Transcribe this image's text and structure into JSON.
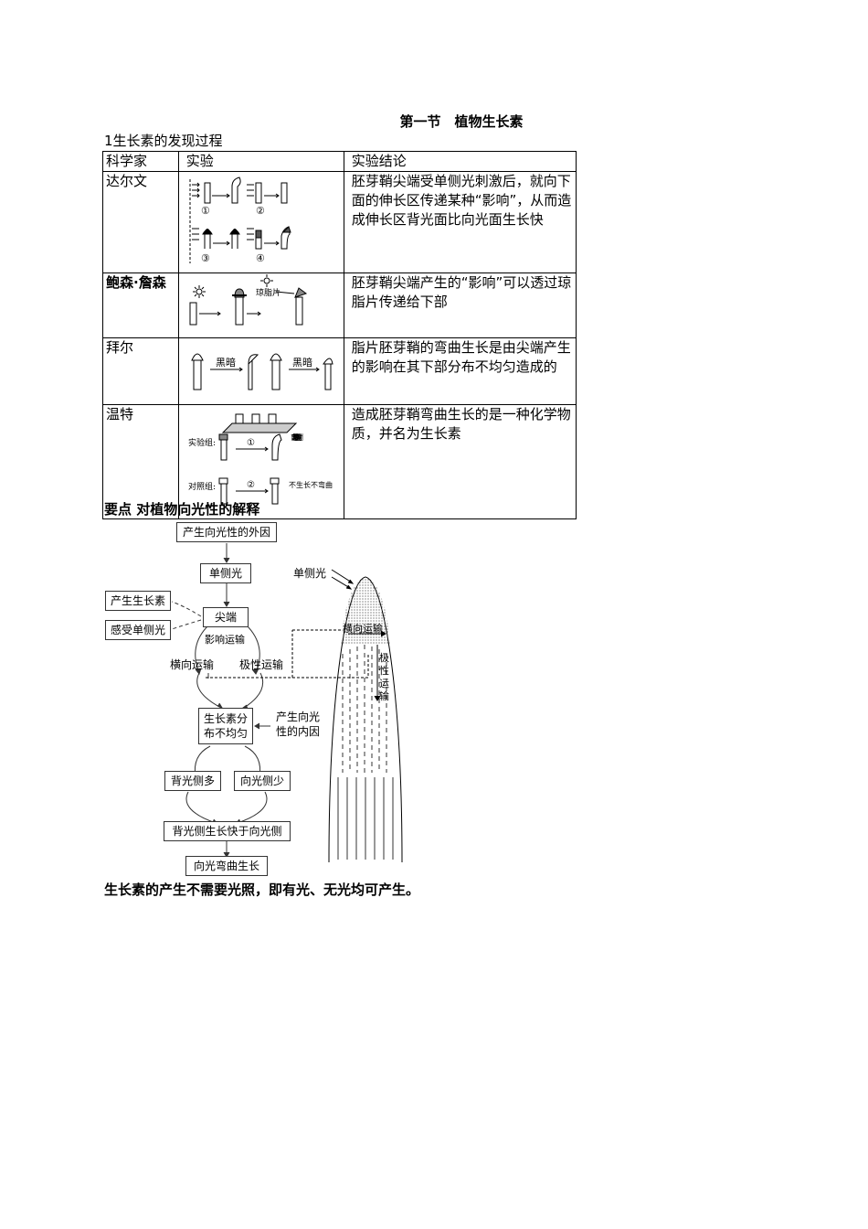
{
  "title": "第一节　植物生长素",
  "section1_heading": "1生长素的发现过程",
  "table": {
    "headers": [
      "科学家",
      "实验",
      "实验结论"
    ],
    "rows": [
      {
        "scientist": "达尔文",
        "conclusion": "胚芽鞘尖端受单侧光刺激后，就向下面的伸长区传递某种“影响”，从而造成伸长区背光面比向光面生长快",
        "figure_labels": [
          "①",
          "②",
          "③",
          "④"
        ]
      },
      {
        "scientist": "鲍森·詹森",
        "conclusion": "胚芽鞘尖端产生的“影响”可以透过琼脂片传递给下部",
        "figure_labels": [
          "琼脂片"
        ]
      },
      {
        "scientist": "拜尔",
        "conclusion": "脂片胚芽鞘的弯曲生长是由尖端产生的影响在其下部分布不均匀造成的",
        "figure_labels": [
          "黑暗",
          "黑暗"
        ]
      },
      {
        "scientist": "温特",
        "conclusion": "造成胚芽鞘弯曲生长的是一种化学物质，并名为生长素",
        "figure_labels": [
          "实验组:",
          "①",
          "弯向放琼脂块的对侧",
          "对照组:",
          "②",
          "不生长不弯曲"
        ]
      }
    ]
  },
  "key_point_heading": "要点  对植物向光性的解释",
  "flowchart": {
    "external_cause": "产生向光性的外因",
    "unilateral_light": "单侧光",
    "tip": "尖端",
    "produce_auxin": "产生生长素",
    "sense_light": "感受单侧光",
    "influence_transport": "影响运输",
    "lateral_transport": "横向运输",
    "polar_transport": "极性运输",
    "uneven_distribution_1": "生长素分",
    "uneven_distribution_2": "布不均匀",
    "internal_cause_1": "产生向光",
    "internal_cause_2": "性的内因",
    "shade_more": "背光侧多",
    "light_less": "向光侧少",
    "shade_faster": "背光侧生长快于向光侧",
    "bend_to_light": "向光弯曲生长"
  },
  "shoot_figure": {
    "light_label": "单侧光",
    "lateral_label": "横向运输",
    "polar_label": [
      "极",
      "性",
      "运",
      "输"
    ]
  },
  "footer_note": "生长素的产生不需要光照，即有光、无光均可产生。"
}
